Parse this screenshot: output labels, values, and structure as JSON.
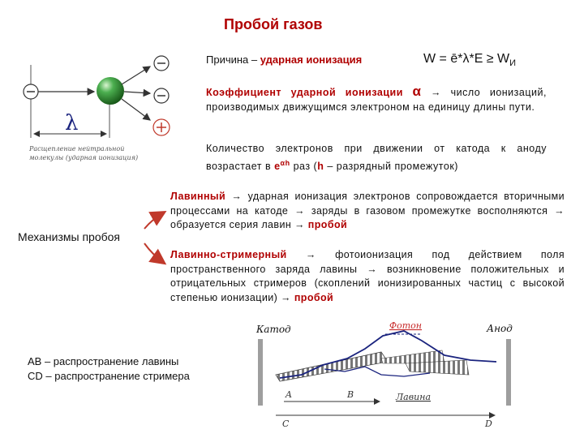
{
  "title": "Пробой газов",
  "cause": {
    "label": "Причина –",
    "value": "ударная ионизация"
  },
  "formula": {
    "main": "W = ē*λ*E ≥ W",
    "subscript": "И"
  },
  "coefficient": {
    "term": "Коэффициент ударной ионизации",
    "symbol": "α",
    "arrow": "→",
    "text": "число ионизаций, производимых движущимся электроном на единицу длины пути."
  },
  "electron_count": {
    "text_before": "Количество электронов при движении от катода к аноду возрастает в",
    "power_base": "e",
    "power_exp": "αh",
    "text_mid": "раз (",
    "h": "h",
    "text_after": "– разрядный промежуток)"
  },
  "mechanisms_label": "Механизмы пробоя",
  "avalanche": {
    "term": "Лавинный",
    "arrow": "→",
    "text1": "ударная ионизация электронов сопровождается вторичными процессами на катоде",
    "arrow2": "→",
    "text2": "заряды в газовом промежутке восполняются",
    "arrow3": "→",
    "text3": "образуется серия лавин",
    "arrow4": "→",
    "result": "пробой"
  },
  "streamer": {
    "term": "Лавинно-стримерный",
    "arrow": "→",
    "text1": "фотоионизация под действием поля пространственного заряда лавины",
    "arrow2": "→",
    "text2": "возникновение положительных и отрицательных стримеров (скоплений ионизированных частиц с высокой степенью ионизации)",
    "arrow3": "→",
    "result": "пробой"
  },
  "legend": {
    "ab": "АВ – распространение лавины",
    "cd": "CD – распространение стримера"
  },
  "ionization_figure": {
    "lambda": "λ",
    "caption_line1": "Расщепление нейтральной",
    "caption_line2": "молекулы (ударная ионизация)",
    "minus": "−",
    "plus": "+"
  },
  "discharge_figure": {
    "cathode": "Катод",
    "anode": "Анод",
    "photon": "Фотон",
    "avalanche": "Лавина",
    "a": "A",
    "b": "B",
    "c": "C",
    "d": "D"
  },
  "colors": {
    "accent": "#b00000",
    "sphere": "#2e8b2e",
    "figure_blue": "#1a237e"
  }
}
